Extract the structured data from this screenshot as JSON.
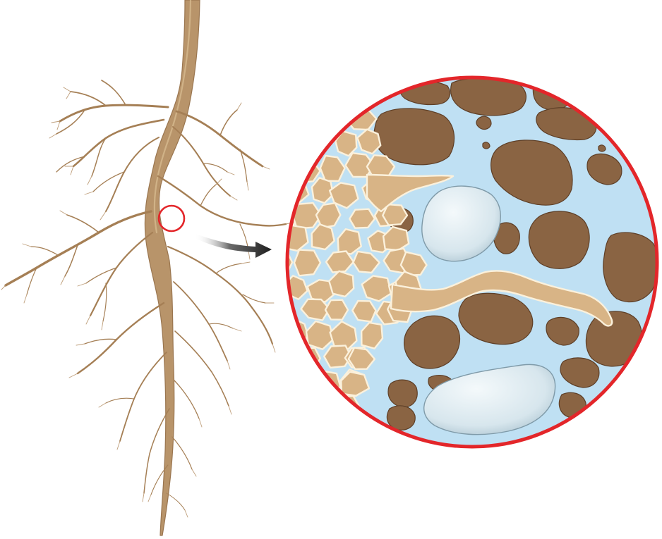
{
  "image": {
    "kind": "illustration",
    "text": []
  },
  "colors": {
    "background": "#ffffff",
    "root": "#b8946a",
    "root_dark": "#8e6a43",
    "root_light": "#d2b287",
    "callout": "#e3262a",
    "arrow": "#2b2b2b",
    "water": "#bfe0f3",
    "soil_particle": "#8a6443",
    "soil_particle_dark": "#5e3f27",
    "air_pocket": "#dde9ef",
    "cell_fill": "#d8b486",
    "cell_wall": "#fbf1dc"
  },
  "parts": [
    {
      "name": "taproot",
      "icon": "root-icon"
    },
    {
      "name": "zoom-callout",
      "icon": "circle-outline-icon"
    },
    {
      "name": "zoom-arrow",
      "icon": "arrow-right-icon"
    },
    {
      "name": "magnified-view",
      "icon": "magnifier-icon"
    }
  ]
}
